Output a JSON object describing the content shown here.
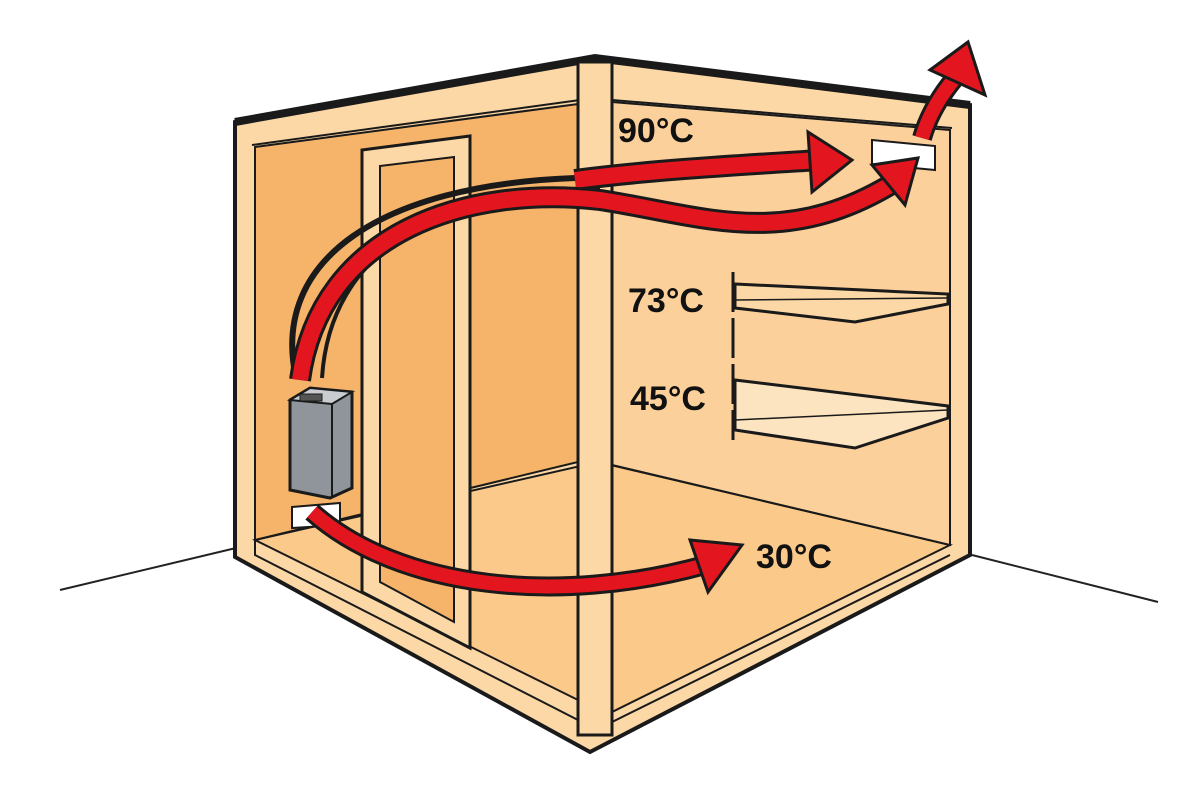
{
  "diagram": {
    "labels": {
      "ceiling_temp": "90°C",
      "upper_bench_temp": "73°C",
      "lower_bench_temp": "45°C",
      "floor_temp": "30°C"
    },
    "colors": {
      "left_wall": "#f6b46a",
      "right_wall": "#fbd09a",
      "frame": "#fcd8a6",
      "arrow": "#e3161f",
      "heater": "#9ea3a8",
      "outline": "#1a1a1a"
    }
  }
}
